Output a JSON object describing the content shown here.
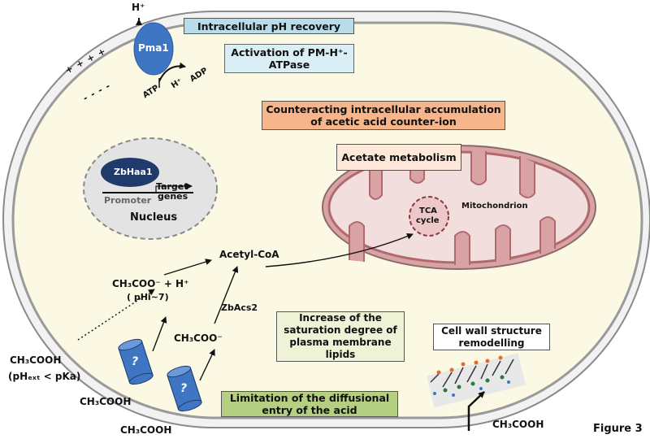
{
  "boxes": {
    "ph_recovery": "Intracellular pH recovery",
    "activation": "Activation of PM-H⁺-ATPase",
    "counter_ion": "Counteracting intracellular accumulation of acetic acid counter-ion",
    "acetate_metabolism": "Acetate metabolism",
    "saturation": "Increase of the saturation degree of plasma membrane lipids",
    "cell_wall": "Cell wall structure remodelling",
    "limitation": "Limitation of the diffusional entry of the acid"
  },
  "pump": {
    "name": "Pma1",
    "h_out": "H⁺",
    "atp": "ATP",
    "h_in": "H⁺",
    "adp": "ADP"
  },
  "membrane": {
    "plus_signs": "+ + + +",
    "minus_signs": "- - - -"
  },
  "nucleus": {
    "label": "Nucleus",
    "factor": "ZbHaa1",
    "promoter": "Promoter",
    "target": "Target",
    "genes": "genes"
  },
  "mitochondrion": {
    "label": "Mitochondrion",
    "tca": "TCA",
    "cycle": "cycle"
  },
  "metabolites": {
    "acetyl_coa": "Acetyl-CoA",
    "zbacs2": "ZbAcs2",
    "acetate_h": "CH₃COO⁻ + H⁺",
    "phi": "( pHi~7)",
    "acetate": "CH₃COO⁻",
    "acid_outside": "CH₃COOH",
    "acid_condition": "(pHₑₓₜ < pKa)",
    "acid_transporter1": "CH₃COOH",
    "acid_transporter2": "CH₃COOH",
    "acid_cell_wall": "CH₃COOH"
  },
  "transporter_symbol": "?",
  "figure_label": "Figure 3"
}
